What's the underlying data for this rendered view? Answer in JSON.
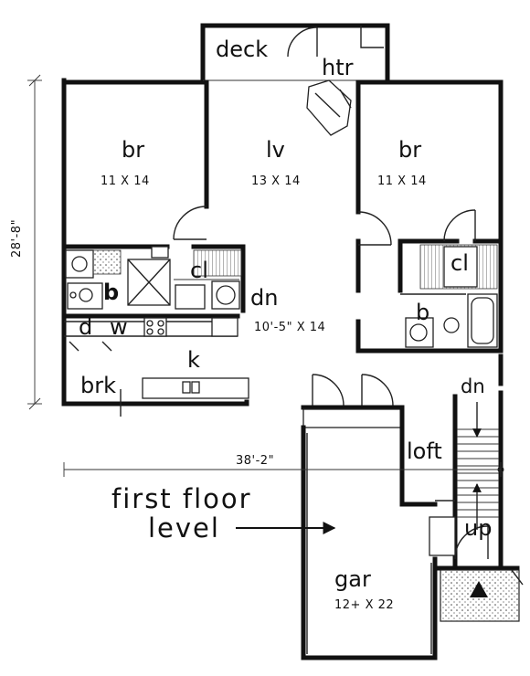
{
  "rooms": {
    "deck": "deck",
    "htr": "htr",
    "br_left": "br",
    "br_left_dim": "11 X 14",
    "lv": "lv",
    "lv_dim": "13 X 14",
    "br_right": "br",
    "br_right_dim": "11 X 14",
    "cl_left": "cl",
    "cl_right": "cl",
    "b_left": "b",
    "b_right": "b",
    "dn_main": "dn",
    "dn_main_dim": "10'-5\" X 14",
    "d": "d",
    "w": "w",
    "k": "k",
    "brk": "brk",
    "dn_stair": "dn",
    "loft": "loft",
    "up": "up",
    "gar": "gar",
    "gar_dim": "12+ X 22"
  },
  "dimensions": {
    "vertical": "28'-8\"",
    "horizontal": "38'-2\""
  },
  "caption": {
    "line1": "first floor",
    "line2": "level"
  }
}
